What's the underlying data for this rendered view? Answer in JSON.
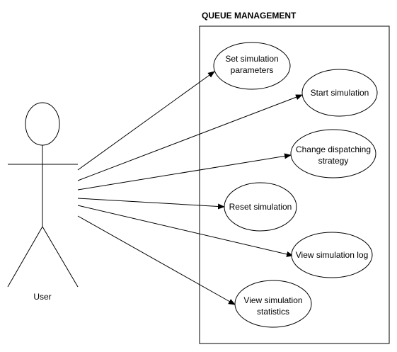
{
  "system": {
    "title": "QUEUE MANAGEMENT"
  },
  "actor": {
    "label": "User"
  },
  "use_cases": [
    {
      "lines": [
        "Set simulation",
        "parameters"
      ]
    },
    {
      "lines": [
        "Start simulation"
      ]
    },
    {
      "lines": [
        "Change dispatching",
        "strategy"
      ]
    },
    {
      "lines": [
        "Reset simulation"
      ]
    },
    {
      "lines": [
        "View simulation log"
      ]
    },
    {
      "lines": [
        "View simulation",
        "statistics"
      ]
    }
  ],
  "colors": {
    "stroke": "#000000",
    "background": "#ffffff"
  }
}
